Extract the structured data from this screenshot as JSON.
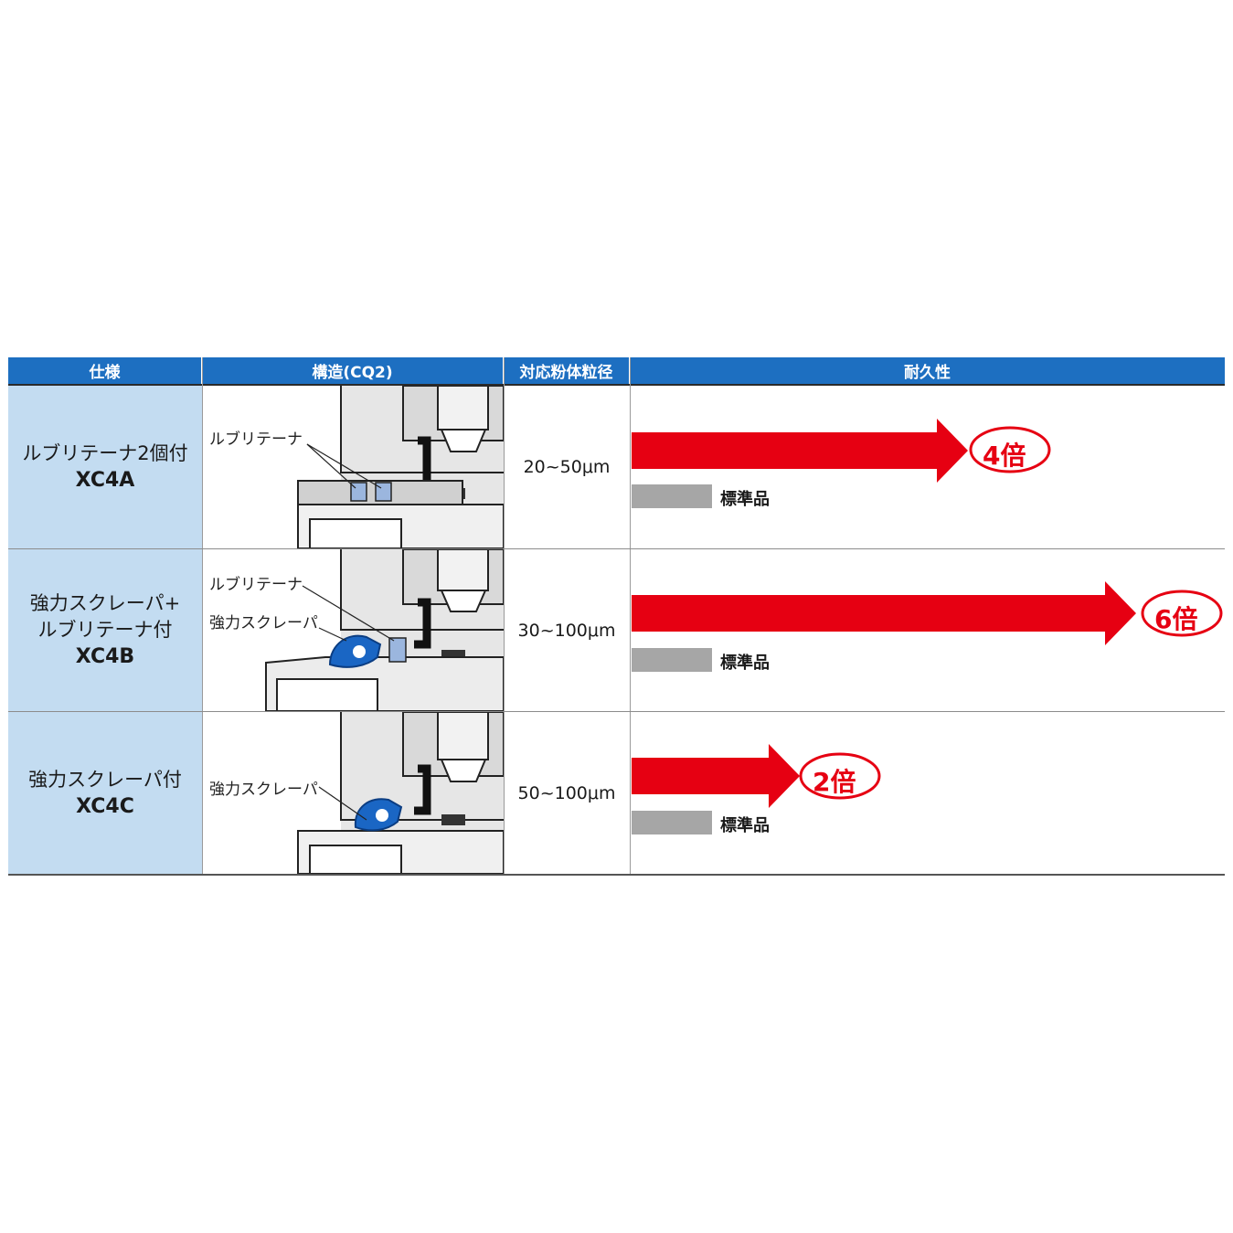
{
  "header": {
    "col_spec": "仕様",
    "col_structure": "構造(CQ2)",
    "col_particle": "対応粉体粒径",
    "col_durability": "耐久性"
  },
  "rows": [
    {
      "spec_lines": [
        "ルブリテーナ2個付"
      ],
      "code": "XC4A",
      "callouts": [
        "ルブリテーナ"
      ],
      "particle": "20~50μm",
      "multiplier": "4倍",
      "durability_ratio": 4,
      "standard_label": "標準品"
    },
    {
      "spec_lines": [
        "強力スクレーパ+",
        "ルブリテーナ付"
      ],
      "code": "XC4B",
      "callouts": [
        "ルブリテーナ",
        "強力スクレーパ"
      ],
      "particle": "30~100μm",
      "multiplier": "6倍",
      "durability_ratio": 6,
      "standard_label": "標準品"
    },
    {
      "spec_lines": [
        "強力スクレーパ付"
      ],
      "code": "XC4C",
      "callouts": [
        "強力スクレーパ"
      ],
      "particle": "50~100μm",
      "multiplier": "2倍",
      "durability_ratio": 2,
      "standard_label": "標準品"
    }
  ],
  "colors": {
    "header_bg": "#1d6fc1",
    "spec_bg": "#c3dcf1",
    "arrow_red": "#e60012",
    "standard_gray": "#a6a6a6",
    "scraper_blue": "#1a66c4",
    "lubretainer_blue": "#9bb6de"
  }
}
